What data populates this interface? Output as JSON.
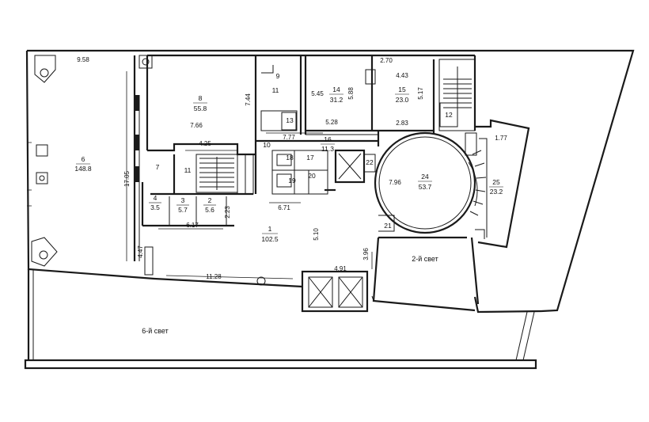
{
  "rooms": [
    {
      "id": "room-6",
      "number": "6",
      "area": "148.8"
    },
    {
      "id": "room-8",
      "number": "8",
      "area": "55.8"
    },
    {
      "id": "room-1",
      "number": "1",
      "area": "102.5"
    },
    {
      "id": "room-14",
      "number": "14",
      "area": "31.2"
    },
    {
      "id": "room-15",
      "number": "15",
      "area": "23.0"
    },
    {
      "id": "room-16",
      "number": "16",
      "area": "11.3"
    },
    {
      "id": "room-24",
      "number": "24",
      "area": "53.7"
    },
    {
      "id": "room-25",
      "number": "25",
      "area": "23.2"
    },
    {
      "id": "room-4",
      "number": "4",
      "area": "3.5"
    },
    {
      "id": "room-3",
      "number": "3",
      "area": "5.7"
    },
    {
      "id": "room-2",
      "number": "2",
      "area": "5.6"
    }
  ],
  "labels": {
    "r7": "7",
    "r9": "9",
    "r10": "10",
    "r11": "11",
    "r12": "12",
    "r13": "13",
    "r17": "17",
    "r18": "18",
    "r19": "19",
    "r20": "20",
    "r21": "21",
    "r22": "22",
    "r11a": "11"
  },
  "dimensions": {
    "d958": "9.58",
    "d744": "7.44",
    "d766": "7.66",
    "d425": "4.25",
    "d1705": "17.05",
    "d270": "2.70",
    "d443": "4.43",
    "d545": "5.45",
    "d588": "5.88",
    "d517": "5.17",
    "d528": "5.28",
    "d283": "2.83",
    "d777": "7.77",
    "d177": "1.77",
    "d796": "7.96",
    "d617": "6.17",
    "d223": "2.23",
    "d671": "6.71",
    "d510": "5.10",
    "d447": "4.47",
    "d396": "3.96",
    "d491": "4.91",
    "d1128": "11.28"
  },
  "areas": {
    "light2": "2-й свет",
    "light6": "6-й свет"
  }
}
